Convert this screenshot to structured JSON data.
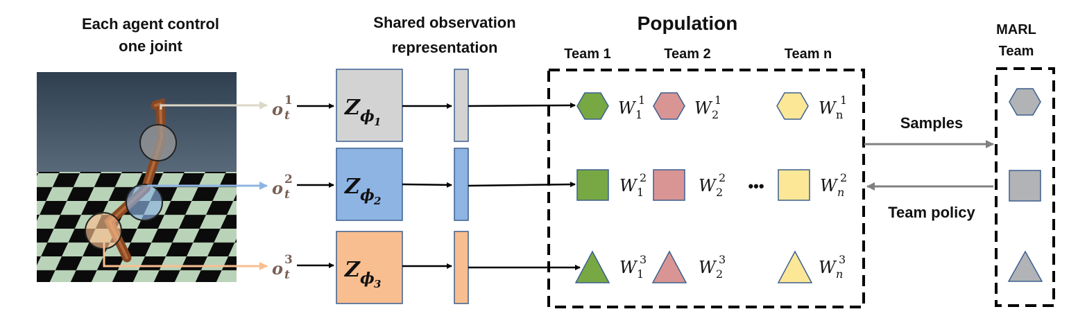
{
  "headers": {
    "agent_control_line1": "Each agent control",
    "agent_control_line2": "one joint",
    "shared_obs_line1": "Shared observation",
    "shared_obs_line2": "representation",
    "population": "Population",
    "team1": "Team 1",
    "team2": "Team 2",
    "teamn": "Team n",
    "marl_line1": "MARL",
    "marl_line2": "Team"
  },
  "observations": [
    {
      "base": "o",
      "sub": "t",
      "sup": "1"
    },
    {
      "base": "o",
      "sub": "t",
      "sup": "2"
    },
    {
      "base": "o",
      "sub": "t",
      "sup": "3"
    }
  ],
  "encoders": [
    {
      "base": "Z",
      "sub": "ϕ",
      "subsub": "1"
    },
    {
      "base": "Z",
      "sub": "ϕ",
      "subsub": "2"
    },
    {
      "base": "Z",
      "sub": "ϕ",
      "subsub": "3"
    }
  ],
  "weights": {
    "row1": [
      {
        "base": "W",
        "sub": "1",
        "sup": "1"
      },
      {
        "base": "W",
        "sub": "2",
        "sup": "1"
      },
      {
        "base": "W",
        "sub": "n",
        "sup": "1"
      }
    ],
    "row2": [
      {
        "base": "W",
        "sub": "1",
        "sup": "2"
      },
      {
        "base": "W",
        "sub": "2",
        "sup": "2"
      },
      {
        "base": "W",
        "sub": "n",
        "sup": "2"
      }
    ],
    "row3": [
      {
        "base": "W",
        "sub": "1",
        "sup": "3"
      },
      {
        "base": "W",
        "sub": "2",
        "sup": "3"
      },
      {
        "base": "W",
        "sub": "n",
        "sup": "3"
      }
    ]
  },
  "ellipsis": "•••",
  "arrows": {
    "samples": "Samples",
    "team_policy": "Team policy"
  },
  "colors": {
    "row1": "#d3d3d3",
    "row2": "#8eb4e3",
    "row3": "#f9be8f",
    "team1": "#77a844",
    "team2": "#d99594",
    "teamn": "#fce797",
    "marl": "#b1b3b6",
    "shape_border": "#3b5f8f",
    "ground_light": "#b9d3b8",
    "ground_dark": "#0b0b0b",
    "sky": "#3f5061",
    "limb": "#8a4722"
  }
}
